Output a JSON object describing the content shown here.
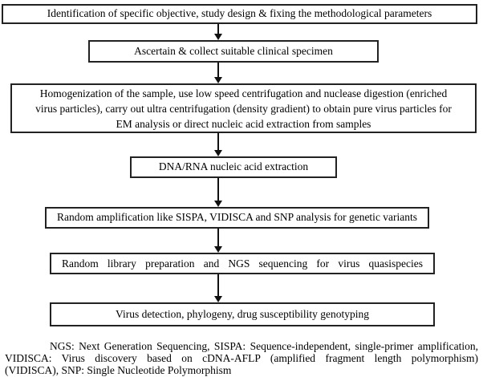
{
  "figure": {
    "background": "#ffffff",
    "border_color": "#222222",
    "text_color": "#000000",
    "arrow_color": "#111111"
  },
  "flowchart": {
    "steps": [
      {
        "name": "objective",
        "text": "Identification of specific objective, study design & fixing the methodological parameters"
      },
      {
        "name": "specimen",
        "text": "Ascertain & collect suitable clinical specimen"
      },
      {
        "name": "homogenization",
        "lines": [
          "Homogenization of the sample, use low speed centrifugation and nuclease digestion (enriched",
          "virus particles), carry out ultra centrifugation (density gradient) to obtain pure virus particles for",
          "EM analysis or direct nucleic acid extraction from samples"
        ]
      },
      {
        "name": "extraction",
        "text": "DNA/RNA nucleic acid extraction"
      },
      {
        "name": "amplification",
        "text": "Random amplification like SISPA, VIDISCA and SNP analysis for genetic variants"
      },
      {
        "name": "sequencing",
        "text": "Random library preparation and NGS sequencing for virus quasispecies"
      },
      {
        "name": "detection",
        "text": "Virus detection, phylogeny, drug susceptibility genotyping"
      }
    ]
  },
  "footnote": {
    "lines": [
      "NGS: Next Generation Sequencing, SISPA: Sequence-independent, single-primer amplification,",
      "VIDISCA: Virus discovery based on cDNA-AFLP (amplified fragment length polymorphism)",
      "(VIDISCA), SNP: Single Nucleotide Polymorphism"
    ]
  }
}
